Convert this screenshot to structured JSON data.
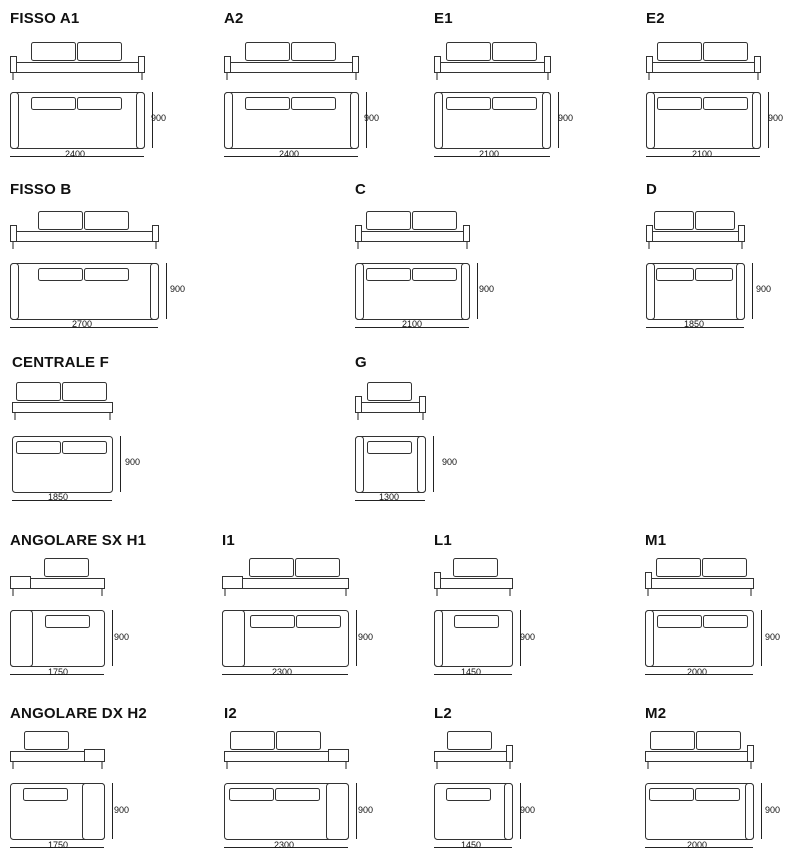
{
  "depth_value": "900",
  "modules": [
    {
      "id": "fisso-a1",
      "title": "FISSO A1",
      "width": "2400",
      "arms": "both",
      "extras": []
    },
    {
      "id": "a2",
      "title": "A2",
      "width": "2400",
      "arms": "both",
      "extras": []
    },
    {
      "id": "e1",
      "title": "E1",
      "width": "2100",
      "arms": "both",
      "extras": []
    },
    {
      "id": "e2",
      "title": "E2",
      "width": "2100",
      "arms": "both",
      "extras": []
    },
    {
      "id": "fisso-b",
      "title": "FISSO B",
      "width": "2700",
      "arms": "both",
      "extras": []
    },
    {
      "id": "c",
      "title": "C",
      "width": "2100",
      "arms": "both",
      "extras": []
    },
    {
      "id": "d",
      "title": "D",
      "width": "1850",
      "arms": "both",
      "extras": []
    },
    {
      "id": "centrale-f",
      "title": "CENTRALE F",
      "width": "1850",
      "arms": "none",
      "extras": []
    },
    {
      "id": "g",
      "title": "G",
      "width": "1300",
      "arms": "both",
      "extras": []
    },
    {
      "id": "angolare-sx-h1",
      "title": "ANGOLARE SX H1",
      "width": "1750",
      "arms": "left-chaise",
      "extras": []
    },
    {
      "id": "i1",
      "title": "I1",
      "width": "2300",
      "arms": "left-chaise",
      "extras": []
    },
    {
      "id": "l1",
      "title": "L1",
      "width": "1450",
      "arms": "left",
      "extras": []
    },
    {
      "id": "m1",
      "title": "M1",
      "width": "2000",
      "arms": "left",
      "extras": []
    },
    {
      "id": "angolare-dx-h2",
      "title": "ANGOLARE DX H2",
      "width": "1750",
      "arms": "right-chaise",
      "extras": []
    },
    {
      "id": "i2",
      "title": "I2",
      "width": "2300",
      "arms": "right-chaise",
      "extras": []
    },
    {
      "id": "l2",
      "title": "L2",
      "width": "1450",
      "arms": "right",
      "extras": []
    },
    {
      "id": "m2",
      "title": "M2",
      "width": "2000",
      "arms": "right",
      "extras": []
    }
  ]
}
